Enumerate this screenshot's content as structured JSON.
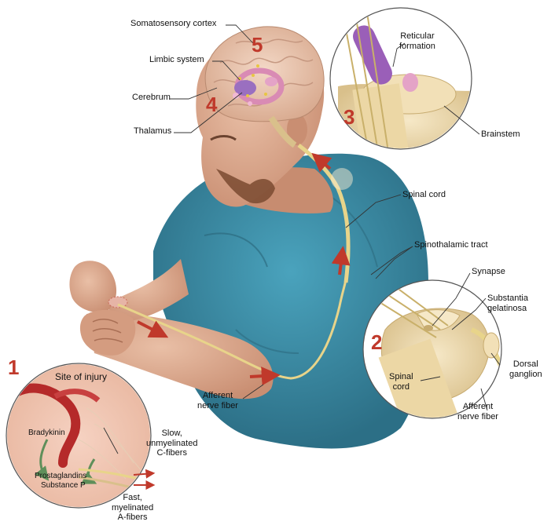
{
  "labels": {
    "somatosensory_cortex": "Somatosensory cortex",
    "limbic_system": "Limbic system",
    "cerebrum": "Cerebrum",
    "thalamus": "Thalamus",
    "reticular_formation": "Reticular\nformation",
    "brainstem": "Brainstem",
    "spinal_cord_top": "Spinal cord",
    "spinothalamic_tract": "Spinothalamic tract",
    "synapse": "Synapse",
    "substantia_gelatinosa": "Substantia\ngelatinosa",
    "dorsal_ganglion": "Dorsal\nganglion",
    "spinal_cord_inset": "Spinal\ncord",
    "afferent_nerve_fiber_inset": "Afferent\nnerve fiber",
    "afferent_nerve_fiber_arm": "Afferent\nnerve fiber",
    "site_of_injury": "Site of injury",
    "bradykinin": "Bradykinin",
    "prostaglandins": "Prostaglandins",
    "substance_p": "Substance P",
    "slow_c_fibers": "Slow,\nunmyelinated\nC-fibers",
    "fast_a_fibers": "Fast,\nmyelinated\nA-fibers"
  },
  "step_numbers": {
    "one": "1",
    "two": "2",
    "three": "3",
    "four": "4",
    "five": "5"
  },
  "colors": {
    "shirt": "#3e8fa8",
    "skin": "#d9a58a",
    "nerve": "#e8d48a",
    "arrow_red": "#c0392b",
    "step_red": "#c0392b",
    "limbic_pink": "#d98bb4",
    "thalamus_purple": "#9a6fc0"
  }
}
